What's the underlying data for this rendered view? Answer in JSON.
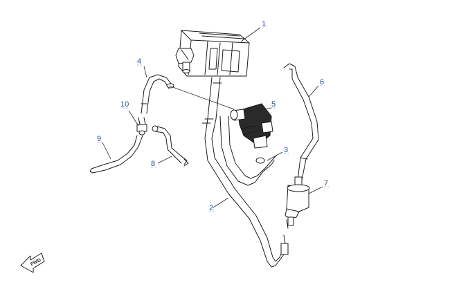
{
  "callouts": {
    "c1": "1",
    "c2": "2",
    "c3": "3",
    "c4": "4",
    "c5": "5",
    "c6": "6",
    "c7": "7",
    "c8": "8",
    "c9": "9",
    "c10": "10"
  },
  "fwd_label": "FWD",
  "colors": {
    "callout": "#1f4e9c",
    "line": "#1a1a1a"
  }
}
